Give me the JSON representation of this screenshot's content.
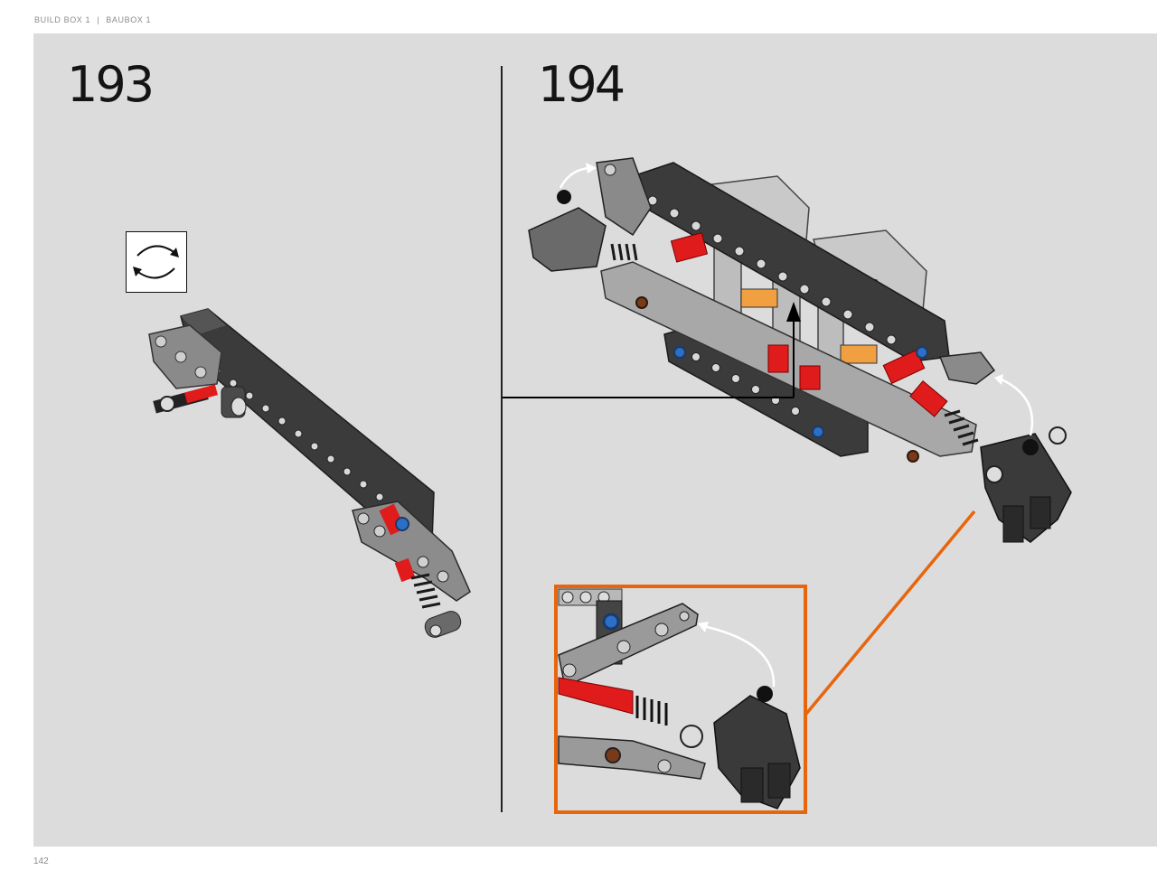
{
  "header": {
    "box_en": "BUILD BOX 1",
    "separator": "|",
    "box_de": "BAUBOX 1"
  },
  "steps": [
    {
      "number": "193"
    },
    {
      "number": "194"
    }
  ],
  "page": {
    "number": "142"
  },
  "colors": {
    "background": "#dcdcdc",
    "callout_border": "#e8650c",
    "beam_dark": "#3a3a3a",
    "beam_light": "#9a9a9a",
    "accent_red": "#e01b1b",
    "pin_blue": "#2c6fc4",
    "pin_brown": "#7a3a1a",
    "accent_orange": "#f0a040"
  },
  "icons": [
    "rotate-model-icon",
    "arrow-up-icon",
    "curved-arrow-icon"
  ]
}
